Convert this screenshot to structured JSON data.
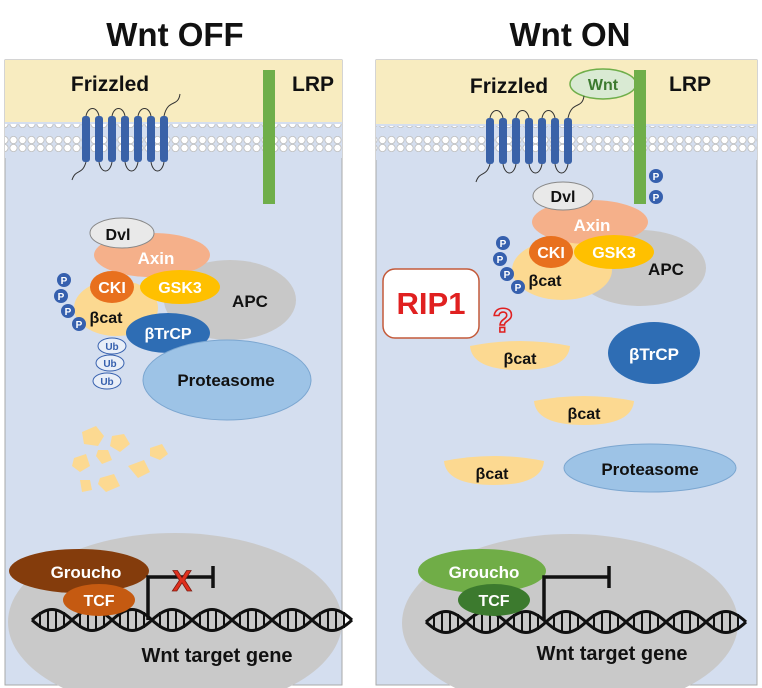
{
  "panels": {
    "off": {
      "title": "Wnt OFF",
      "receptor_label": "Frizzled",
      "coreceptor_label": "LRP",
      "proteins": {
        "dvl": "Dvl",
        "axin": "Axin",
        "cki": "CKI",
        "gsk3": "GSK3",
        "apc": "APC",
        "bcat": "βcat",
        "btrcp": "βTrCP",
        "proteasome": "Proteasome"
      },
      "phospho": "P",
      "ubiquitin": "Ub",
      "repressor": "Groucho",
      "tcf": "TCF",
      "blocked_mark": "X",
      "gene_label": "Wnt target gene"
    },
    "on": {
      "title": "Wnt ON",
      "receptor_label": "Frizzled",
      "ligand": "Wnt",
      "coreceptor_label": "LRP",
      "proteins": {
        "dvl": "Dvl",
        "axin": "Axin",
        "cki": "CKI",
        "gsk3": "GSK3",
        "apc": "APC",
        "bcat": "βcat",
        "btrcp": "βTrCP",
        "proteasome": "Proteasome"
      },
      "phospho": "P",
      "rip1": "RIP1",
      "question": "?",
      "repressor": "Groucho",
      "tcf": "TCF",
      "gene_label": "Wnt target gene"
    }
  },
  "colors": {
    "cytoplasm": "#d4deef",
    "extracellular": "#f8ecc0",
    "membrane_bead": "#ffffff",
    "receptor": "#3a62a8",
    "lrp": "#6fae4a",
    "axin": "#f5b08a",
    "cki": "#e8701e",
    "gsk3": "#ffc000",
    "bcat": "#fcd991",
    "apc": "#c8c8c8",
    "btrcp": "#2e6db4",
    "proteasome": "#9dc3e6",
    "phospho": "#3660ae",
    "nucleus": "#c9c9c9",
    "groucho_off": "#843c0c",
    "tcf_off": "#c55a11",
    "groucho_on": "#70ad47",
    "tcf_on": "#3c7a2e",
    "rip1_text": "#e02020"
  }
}
